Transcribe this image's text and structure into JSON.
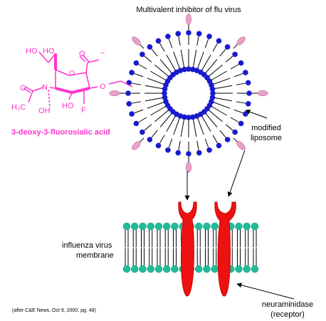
{
  "title": "Multivalent inhibitor of flu virus",
  "molecule": {
    "name": "3-deoxy-3-fluorosialic acid",
    "atoms": {
      "ho_top_left": "HO",
      "ho_top_right": "HO",
      "carboxyl_o": "O",
      "carboxyl_minus": "−",
      "ring_o": "O",
      "linker_o": "O",
      "carbonyl_o": "O",
      "h3c": "H₃C",
      "n": "N",
      "oh_bottom": "OH",
      "ho_bottom": "HO",
      "f": "F"
    },
    "color": "#ff33cc"
  },
  "labels": {
    "modified_liposome": [
      "modified",
      "liposome"
    ],
    "membrane": [
      "influenza virus",
      "membrane"
    ],
    "receptor": [
      "neuraminidase",
      "(receptor)"
    ],
    "citation": "(after C&E News, Oct 9, 2000, pg. 48)"
  },
  "colors": {
    "lipid_head_liposome": "#1a1acc",
    "lipid_head_membrane": "#22bb99",
    "ligand": "#e8a0c8",
    "neuraminidase": "#ee1111",
    "tail": "#000000"
  }
}
